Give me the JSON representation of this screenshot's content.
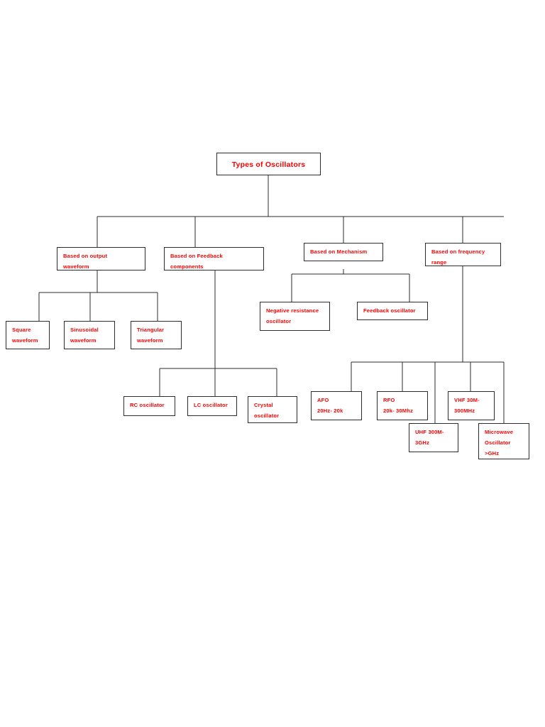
{
  "diagram": {
    "title": "Types of Oscillators",
    "type": "tree-flowchart",
    "text_color": "#ff0000",
    "border_color": "#2b2b2b",
    "background_color": "#ffffff",
    "nodes": {
      "root": {
        "label": "Types of Oscillators"
      },
      "based_output_waveform": {
        "label": "Based on output\nwaveform"
      },
      "based_feedback_components": {
        "label": "Based on Feedback\ncomponents"
      },
      "based_mechanism": {
        "label": "Based on Mechanism"
      },
      "based_frequency_range": {
        "label": "Based on frequency\nrange"
      },
      "square_waveform": {
        "label": "Square\nwaveform"
      },
      "sinusoidal_waveform": {
        "label": "Sinusoidal\nwaveform"
      },
      "triangular_waveform": {
        "label": "Triangular\nwaveform"
      },
      "negative_resistance_oscillator": {
        "label": "Negative resistance\noscillator"
      },
      "feedback_oscillator": {
        "label": "Feedback oscillator"
      },
      "rc_oscillator": {
        "label": "RC oscillator"
      },
      "lc_oscillator": {
        "label": "LC oscillator"
      },
      "crystal_oscillator": {
        "label": "Crystal\noscillator"
      },
      "afo": {
        "label": "AFO\n20Hz- 20k"
      },
      "rfo": {
        "label": "RFO\n20k- 30Mhz"
      },
      "vhf": {
        "label": "VHF 30M-\n300MHz"
      },
      "uhf": {
        "label": "UHF  300M-\n3GHz"
      },
      "microwave": {
        "label": "Microwave\nOscillator\n>GHz"
      }
    }
  }
}
